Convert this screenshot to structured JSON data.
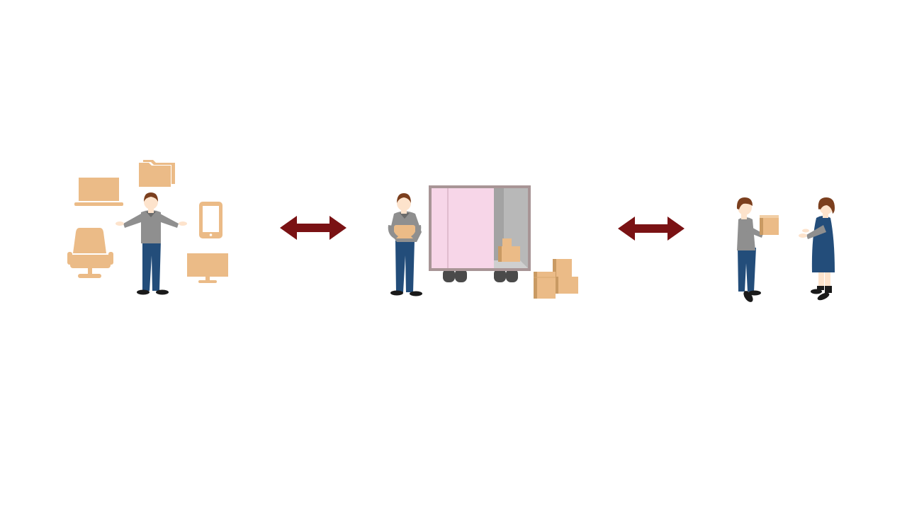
{
  "diagram": {
    "steps": [
      {
        "id": "office-items",
        "icons": [
          "laptop-icon",
          "folder-icon",
          "tablet-icon",
          "office-chair-icon",
          "monitor-icon"
        ],
        "figure": "worker-presenting"
      },
      {
        "id": "truck-loading",
        "icons": [
          "truck-icon",
          "cardboard-box-icon"
        ],
        "figure": "worker-carrying-box"
      },
      {
        "id": "handover",
        "icons": [
          "cardboard-box-icon"
        ],
        "figure": "worker-handing-box-to-customer"
      }
    ],
    "connectors": [
      "bidirectional-arrow",
      "bidirectional-arrow"
    ],
    "colors": {
      "icon_tan": "#ebbb87",
      "box_dark": "#c99a63",
      "arrow": "#7a1214",
      "shirt_gray": "#8f8f8f",
      "pants_navy": "#234d7a",
      "hair_brown": "#7b3f1e",
      "skin": "#fde3cc",
      "truck_pink": "#f7d6e8",
      "truck_frame": "#a89596",
      "truck_gray": "#b8b8b8",
      "wheel": "#4a4a4a"
    }
  }
}
